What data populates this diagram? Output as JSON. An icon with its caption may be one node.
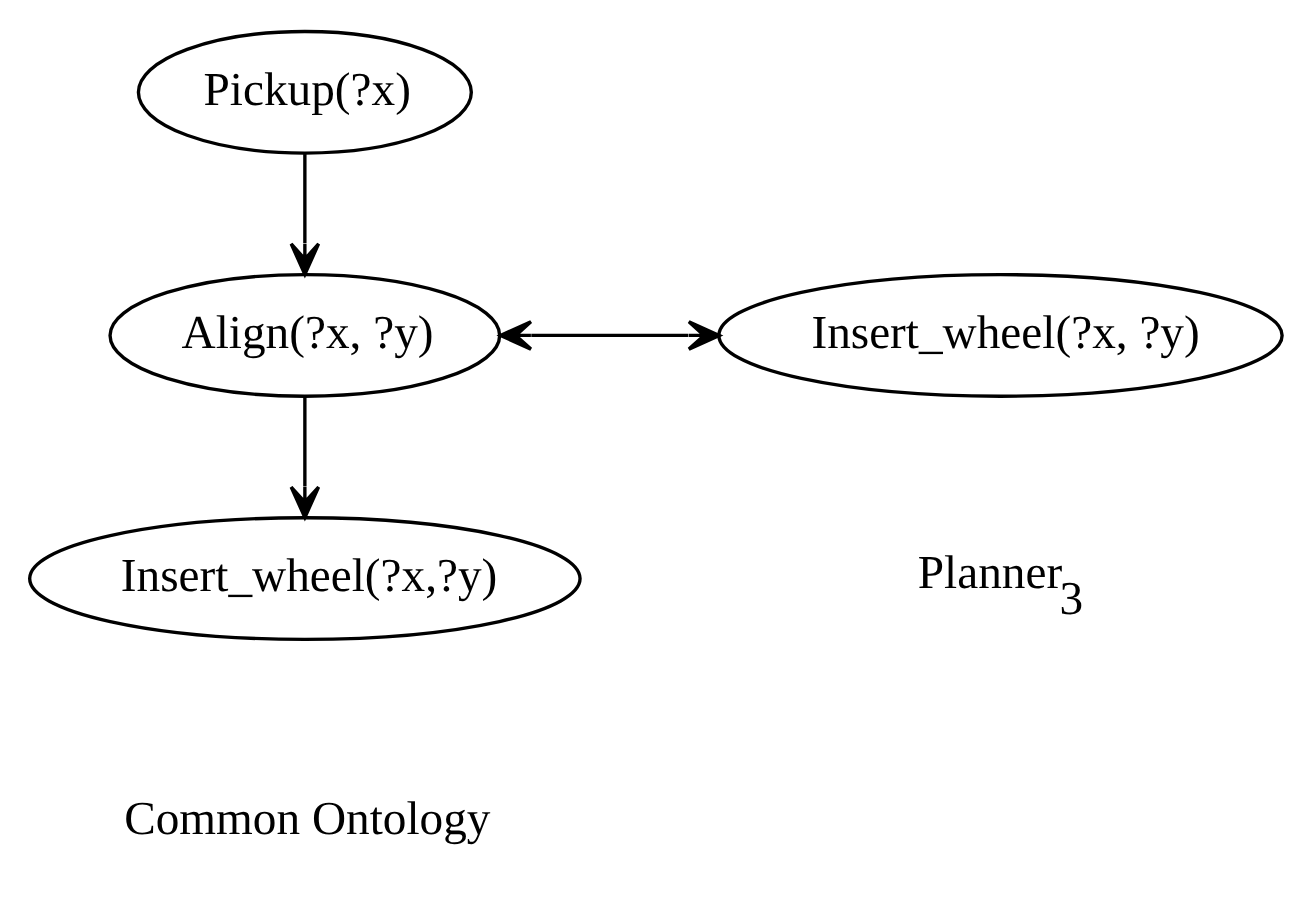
{
  "diagram": {
    "nodes": [
      {
        "text": [
          "Pickup(?x)"
        ]
      },
      {
        "text": [
          "Align(?x, ?y)"
        ]
      },
      {
        "text": [
          "Insert_wheel(?x,?y)"
        ]
      },
      {
        "text": [
          "Insert_wheel(?x, ?y)"
        ],
        "beside": [
          "Planner$_{3}$"
        ]
      }
    ],
    "edges": [
      {
        "from": 0,
        "to": 1,
        "arrow": "to"
      },
      {
        "from": 1,
        "to": 2,
        "arrow": "to"
      },
      {
        "from": 1,
        "to": 3,
        "arrow": "both"
      }
    ],
    "labels": [
      "Common Ontology"
    ]
  }
}
